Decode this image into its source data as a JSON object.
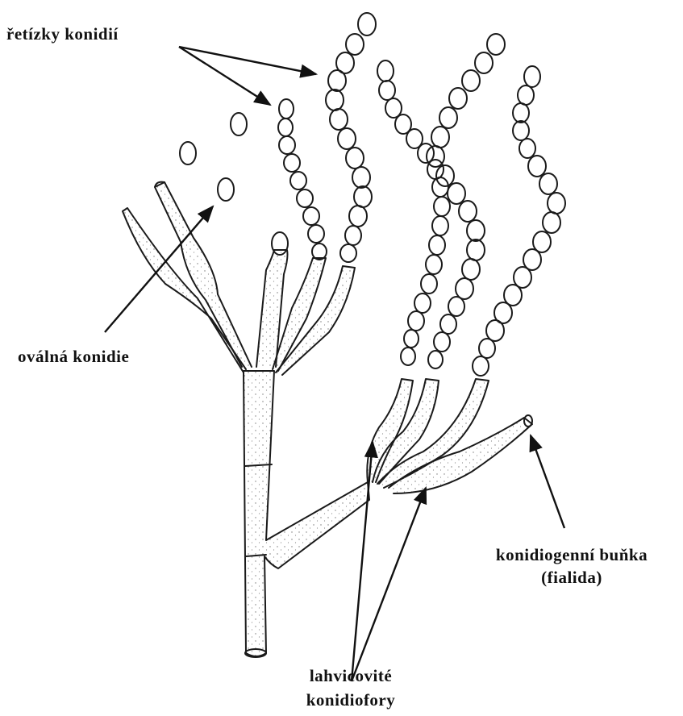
{
  "diagram": {
    "labels": {
      "conidia_chains": "řetízky konidií",
      "oval_conidium": "oválná konidie",
      "conidiogenous_cell_line1": "konidiogenní buňka",
      "conidiogenous_cell_line2": "(fialida)",
      "flask_conidiophores_line1": "lahvicovité",
      "flask_conidiophores_line2": "konidiofory"
    }
  }
}
